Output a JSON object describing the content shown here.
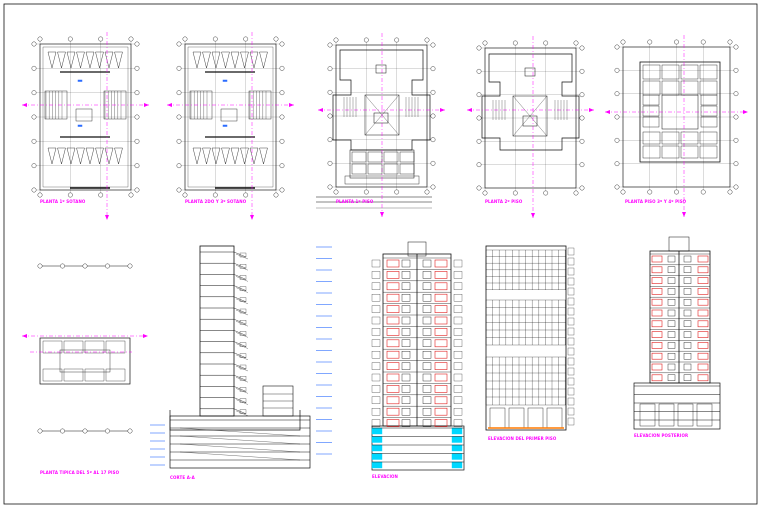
{
  "drawing": {
    "colors": {
      "line": "#111111",
      "axis": "#ff00ff",
      "accent_red": "#e02020",
      "accent_cyan": "#00d8ff",
      "accent_orange": "#ff7a00",
      "grid_green": "#22aa22",
      "caption": "#ff00ff"
    },
    "captions": {
      "plan_1": "PLANTA 1º SOTANO",
      "plan_2": "PLANTA 2DO Y 3º SOTANO",
      "plan_3": "PLANTA 1º PISO",
      "plan_4": "PLANTA 2º PISO",
      "plan_5": "PLANTA PISO 3º Y 4º PISO",
      "plan_6": "PLANTA TIPICA DEL 5º AL 17 PISO",
      "section": "CORTE A-A",
      "elevation_1": "ELEVACION",
      "elevation_2": "ELEVACION DEL PRIMER PISO",
      "elevation_3": "ELEVACION POSTERIOR"
    }
  }
}
